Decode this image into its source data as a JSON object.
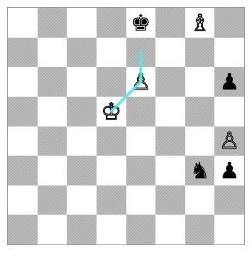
{
  "board": {
    "files": [
      "a",
      "b",
      "c",
      "d",
      "e",
      "f",
      "g",
      "h"
    ],
    "ranks": [
      "8",
      "7",
      "6",
      "5",
      "4",
      "3",
      "2",
      "1"
    ],
    "light_color": "#ffffff",
    "dark_color": "#b5b5b5",
    "pieces": [
      {
        "square": "e8",
        "color": "black",
        "type": "king",
        "glyph": "♚"
      },
      {
        "square": "g8",
        "color": "white",
        "type": "bishop",
        "glyph": "♗"
      },
      {
        "square": "e6",
        "color": "white",
        "type": "pawn",
        "glyph": "♙"
      },
      {
        "square": "h6",
        "color": "black",
        "type": "pawn",
        "glyph": "♟"
      },
      {
        "square": "d5",
        "color": "white",
        "type": "king",
        "glyph": "♔"
      },
      {
        "square": "h4",
        "color": "white",
        "type": "pawn",
        "glyph": "♙"
      },
      {
        "square": "g3",
        "color": "black",
        "type": "knight",
        "glyph": "♞"
      },
      {
        "square": "h3",
        "color": "black",
        "type": "pawn",
        "glyph": "♟"
      }
    ],
    "arrows": [
      {
        "from": "d5",
        "to": "e6",
        "color": "#55e6ea"
      },
      {
        "from": "e6",
        "to": "e7",
        "color": "#55e6ea"
      }
    ]
  }
}
